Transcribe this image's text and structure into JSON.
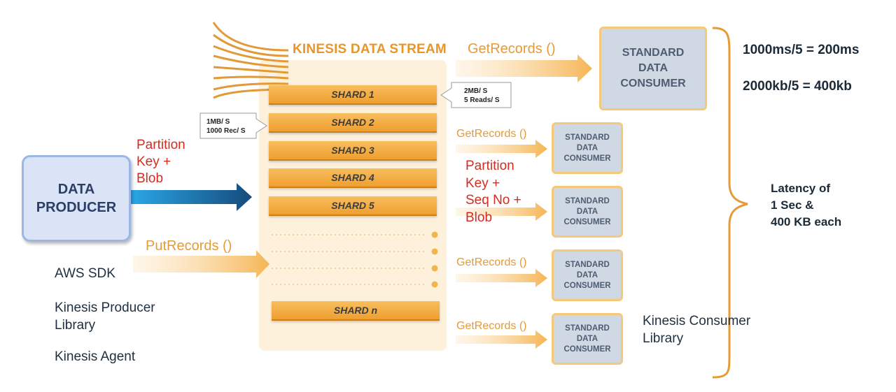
{
  "stream": {
    "title": "KINESIS DATA STREAM",
    "shards": [
      "SHARD 1",
      "SHARD 2",
      "SHARD 3",
      "SHARD 4",
      "SHARD 5"
    ],
    "last_shard": "SHARD n"
  },
  "producer": {
    "line1": "DATA",
    "line2": "PRODUCER",
    "input_label": {
      "line1": "Partition",
      "line2": "Key +",
      "line3": "Blob"
    },
    "api_label": "PutRecords ()",
    "tools": [
      "AWS SDK",
      "Kinesis Producer",
      "Library",
      "Kinesis Agent"
    ]
  },
  "limits": {
    "write": {
      "line1": "1MB/ S",
      "line2": "1000 Rec/ S"
    },
    "read": {
      "line1": "2MB/ S",
      "line2": "5 Reads/ S"
    }
  },
  "consumers": {
    "big": {
      "line1": "STANDARD",
      "line2": "DATA",
      "line3": "CONSUMER",
      "api_label": "GetRecords ()"
    },
    "small": {
      "line1": "STANDARD",
      "line2": "DATA",
      "line3": "CONSUMER"
    },
    "small_api_label": "GetRecords ()",
    "output_label": {
      "line1": "Partition",
      "line2": "Key +",
      "line3": "Seq No +",
      "line4": "Blob"
    },
    "library": {
      "line1": "Kinesis Consumer",
      "line2": "Library"
    }
  },
  "metrics": {
    "formula1": "1000ms/5 = 200ms",
    "formula2": "2000kb/5 = 400kb",
    "latency": {
      "line1": "Latency of",
      "line2": "1 Sec &",
      "line3": "400 KB each"
    }
  },
  "colors": {
    "accent_orange": "#e8962a",
    "shard_orange": "#f2a93b",
    "partition_red": "#d42c1f",
    "producer_blue": "#dbe4f6",
    "arrow_blue": "#1f77b4",
    "consumer_gray": "#d0d8e3"
  }
}
